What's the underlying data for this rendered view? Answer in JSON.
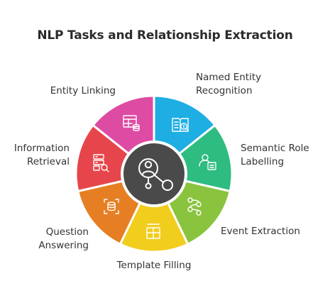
{
  "title": "NLP Tasks and Relationship Extraction",
  "center": {
    "icon": "person-network-icon"
  },
  "segments": [
    {
      "label_lines": [
        "Named Entity",
        "Recognition"
      ],
      "color": "#1eaee3",
      "icon": "document-search-icon"
    },
    {
      "label_lines": [
        "Semantic Role",
        "Labelling"
      ],
      "color": "#2ebc80",
      "icon": "user-card-icon"
    },
    {
      "label_lines": [
        "Event Extraction"
      ],
      "color": "#8ac43f",
      "icon": "event-graph-icon"
    },
    {
      "label_lines": [
        "Template Filling"
      ],
      "color": "#f1cd1e",
      "icon": "template-layout-icon"
    },
    {
      "label_lines": [
        "Question",
        "Answering"
      ],
      "color": "#e67f24",
      "icon": "database-scan-icon"
    },
    {
      "label_lines": [
        "Information",
        "Retrieval"
      ],
      "color": "#e6464b",
      "icon": "server-search-icon"
    },
    {
      "label_lines": [
        "Entity Linking"
      ],
      "color": "#de4ba3",
      "icon": "table-database-icon"
    }
  ],
  "center_color": "#4a4a4a"
}
